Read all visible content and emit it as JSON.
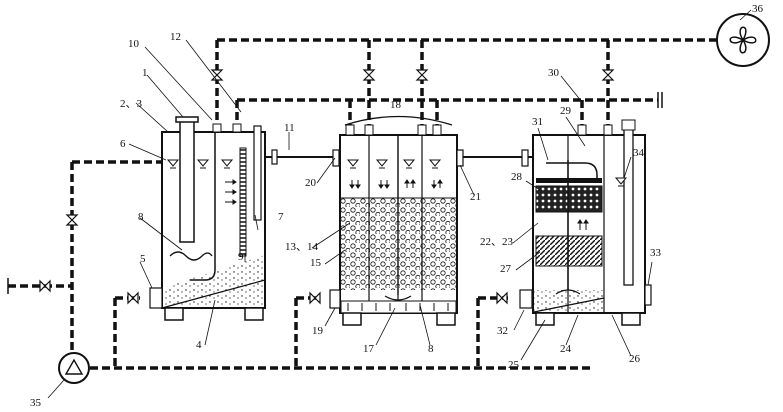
{
  "labels": {
    "l1": "1",
    "l2_3": "2、3",
    "l4": "4",
    "l5": "5",
    "l6": "6",
    "l7": "7",
    "l8a": "8",
    "l8b": "8",
    "l9": "9",
    "l10": "10",
    "l11": "11",
    "l12": "12",
    "l13_14": "13、14",
    "l15": "15",
    "l17": "17",
    "l18": "18",
    "l19": "19",
    "l20": "20",
    "l21": "21",
    "l22_23": "22、23",
    "l24": "24",
    "l25": "25",
    "l26": "26",
    "l27": "27",
    "l28": "28",
    "l29": "29",
    "l30": "30",
    "l31": "31",
    "l32": "32",
    "l33": "33",
    "l34": "34",
    "l35": "35",
    "l36": "36"
  },
  "colors": {
    "line": "#111111",
    "background": "#ffffff"
  }
}
